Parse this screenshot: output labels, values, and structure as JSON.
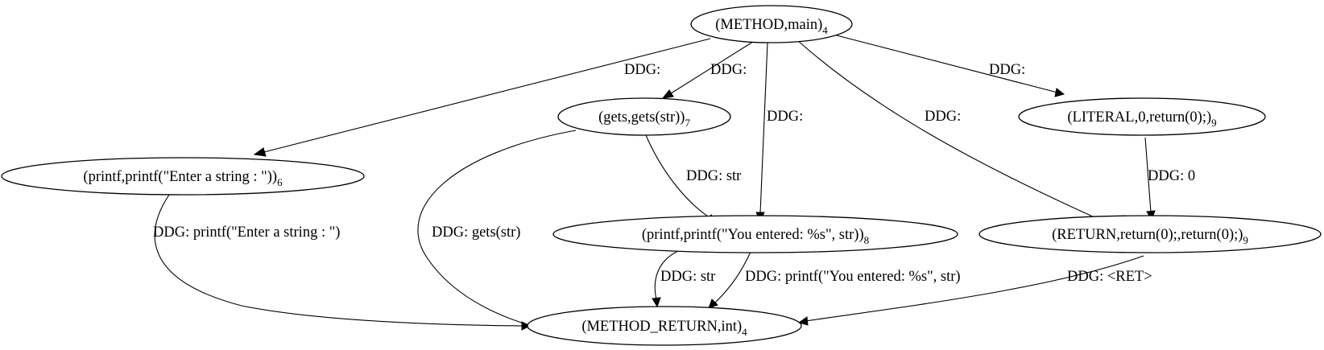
{
  "nodes": {
    "method_main": {
      "label": "(METHOD,main)",
      "sub": "4"
    },
    "gets": {
      "label": "(gets,gets(str))",
      "sub": "7"
    },
    "literal": {
      "label": "(LITERAL,0,return(0);)",
      "sub": "9"
    },
    "printf_enter": {
      "label": "(printf,printf(\"Enter a string : \"))",
      "sub": "6"
    },
    "printf_you": {
      "label": "(printf,printf(\"You entered: %s\", str))",
      "sub": "8"
    },
    "return_stmt": {
      "label": "(RETURN,return(0);,return(0);)",
      "sub": "9"
    },
    "method_return": {
      "label": "(METHOD_RETURN,int)",
      "sub": "4"
    }
  },
  "edges": {
    "main_to_printf_enter": "DDG: ",
    "main_to_gets": "DDG: ",
    "main_to_printf_you": "DDG: ",
    "main_to_return": "DDG: ",
    "main_to_literal": "DDG: ",
    "gets_to_printf_you": "DDG: str",
    "gets_to_method_return": "DDG: gets(str)",
    "literal_to_return": "DDG: 0",
    "printf_enter_to_method_return": "DDG: printf(\"Enter a string : \")",
    "printf_you_to_method_return_a": "DDG: str",
    "printf_you_to_method_return_b": "DDG: printf(\"You entered: %s\", str)",
    "return_to_method_return": "DDG: <RET>"
  }
}
